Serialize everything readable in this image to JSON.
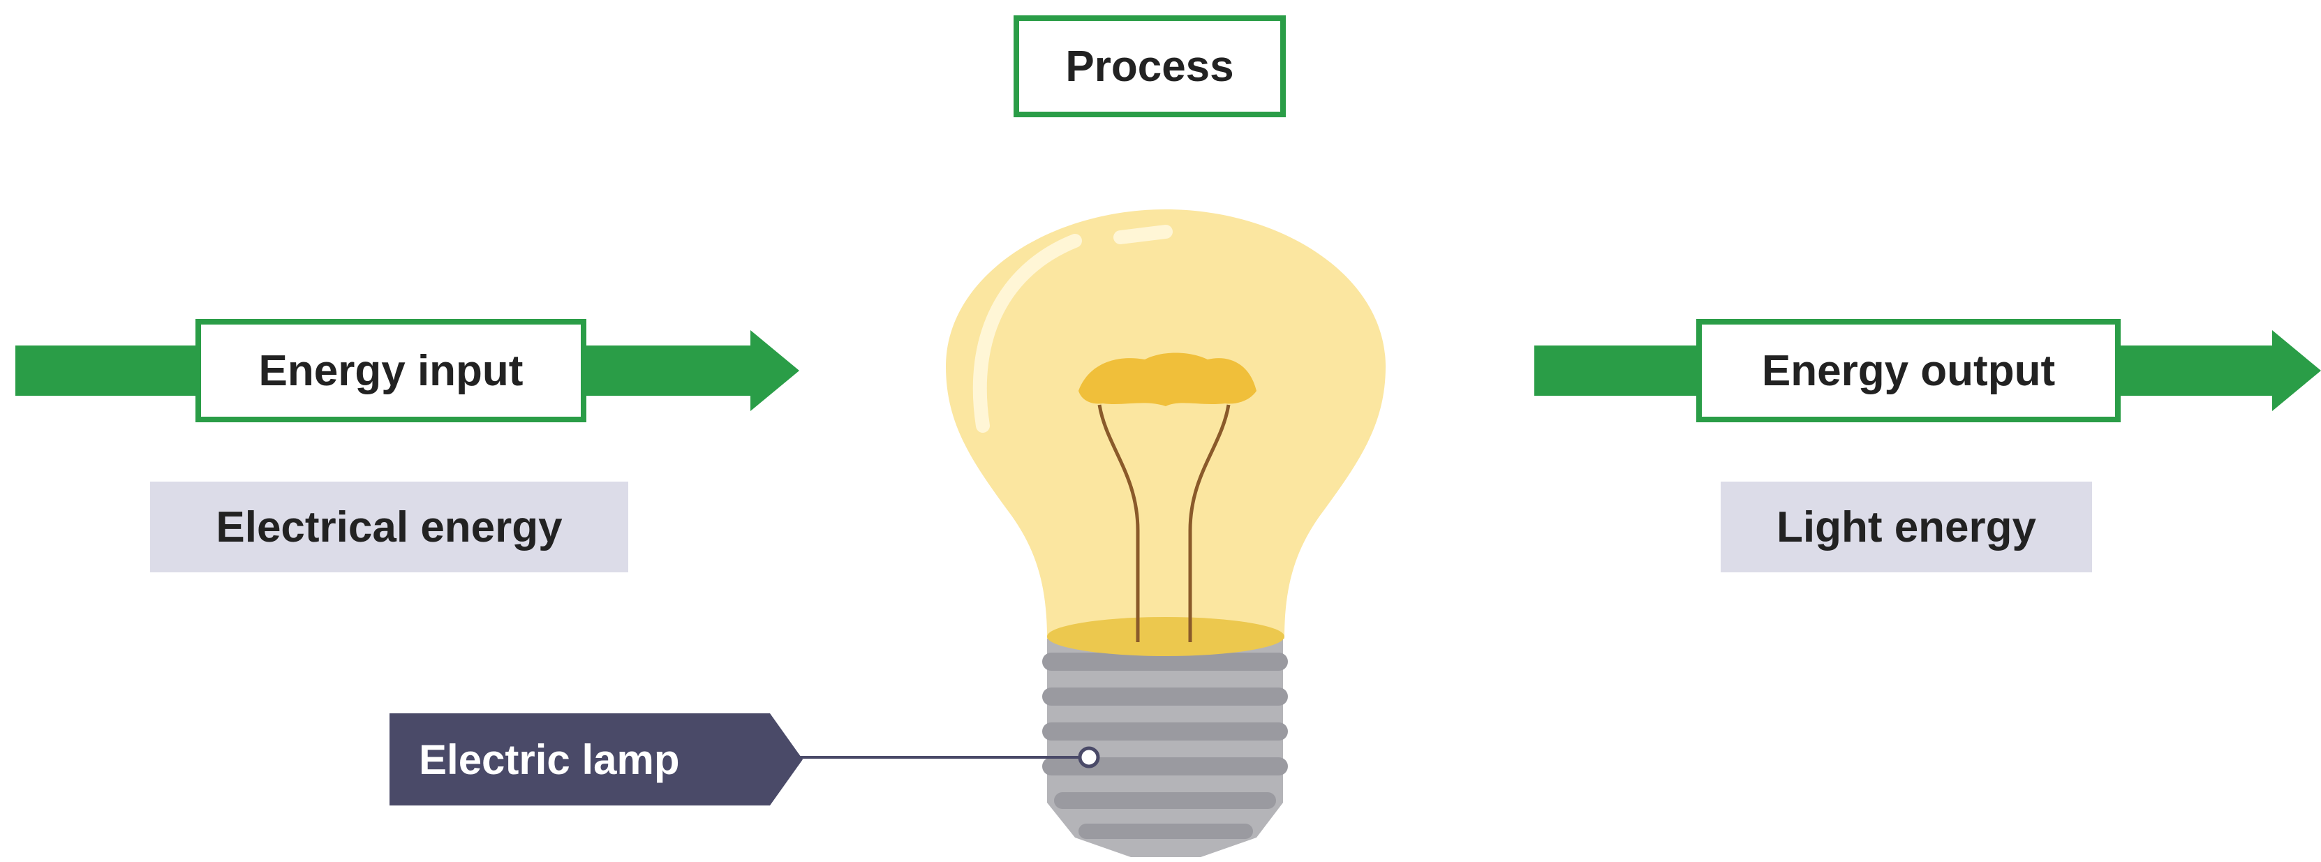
{
  "diagram": {
    "process_label": "Process",
    "input": {
      "label": "Energy input",
      "energy": "Electrical energy"
    },
    "output": {
      "label": "Energy output",
      "energy": "Light energy"
    },
    "device_label": "Electric lamp",
    "device_icon": "light-bulb-icon",
    "arrow_icon": "right-arrow-icon"
  },
  "colors": {
    "arrow_green": "#2a9d47",
    "box_border": "#2a9d47",
    "energy_box_bg": "#dcdce8",
    "label_dark_bg": "#4a4a68",
    "bulb_glass": "#fbe6a0",
    "bulb_base": "#b4b4b8"
  }
}
